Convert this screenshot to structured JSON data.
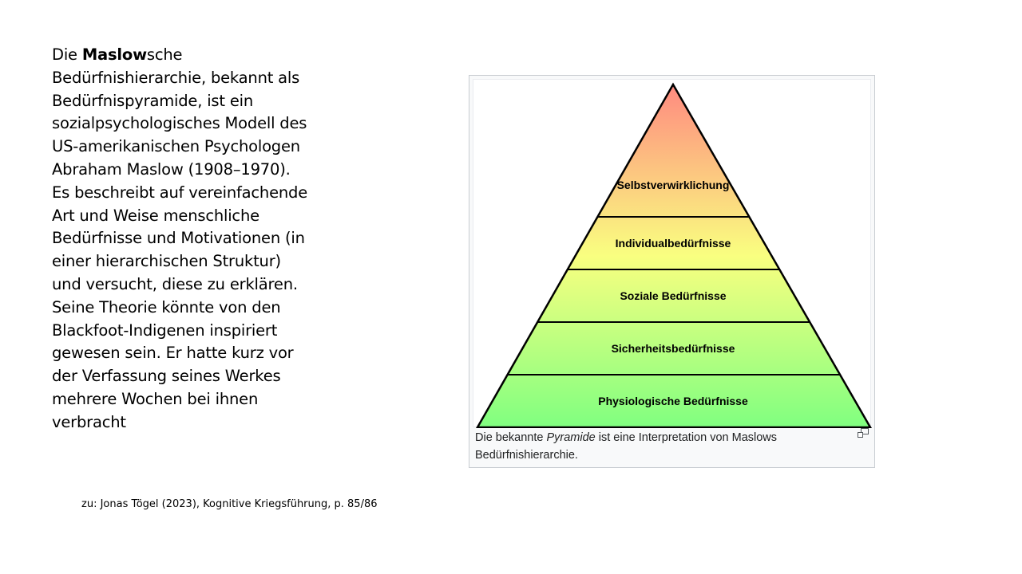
{
  "text": {
    "prefix": "Die ",
    "bold": "Maslow",
    "rest": "sche Bedürfnishierarchie, bekannt als Bedürfnispyramide, ist ein sozialpsychologisches Modell des US-amerikanischen Psychologen Abraham Maslow (1908–1970). Es beschreibt auf vereinfachende Art und Weise menschliche Bedürfnisse und Motivationen (in einer hierarchischen Struktur) und versucht, diese zu erklären. Seine Theorie könnte von den Blackfoot-Indigenen inspiriert gewesen sein. Er hatte kurz vor der Verfassung seines Werkes mehrere Wochen bei ihnen verbracht"
  },
  "citation": "zu: Jonas Tögel (2023), Kognitive Kriegsführung, p. 85/86",
  "figure": {
    "levels": [
      "Selbstverwirklichung",
      "Individualbedürfnisse",
      "Soziale Bedürfnisse",
      "Sicherheitsbedürfnisse",
      "Physiologische Bedürfnisse"
    ],
    "colors": {
      "top": "#ff8a80",
      "middle": "#f9ff80",
      "bottom": "#80ff80",
      "lines": "#000000"
    },
    "caption": {
      "before": "Die bekannte ",
      "italic": "Pyramide",
      "after": " ist eine Interpretation von Maslows Bedürfnishierarchie."
    },
    "enlarge_icon": "enlarge-icon"
  }
}
